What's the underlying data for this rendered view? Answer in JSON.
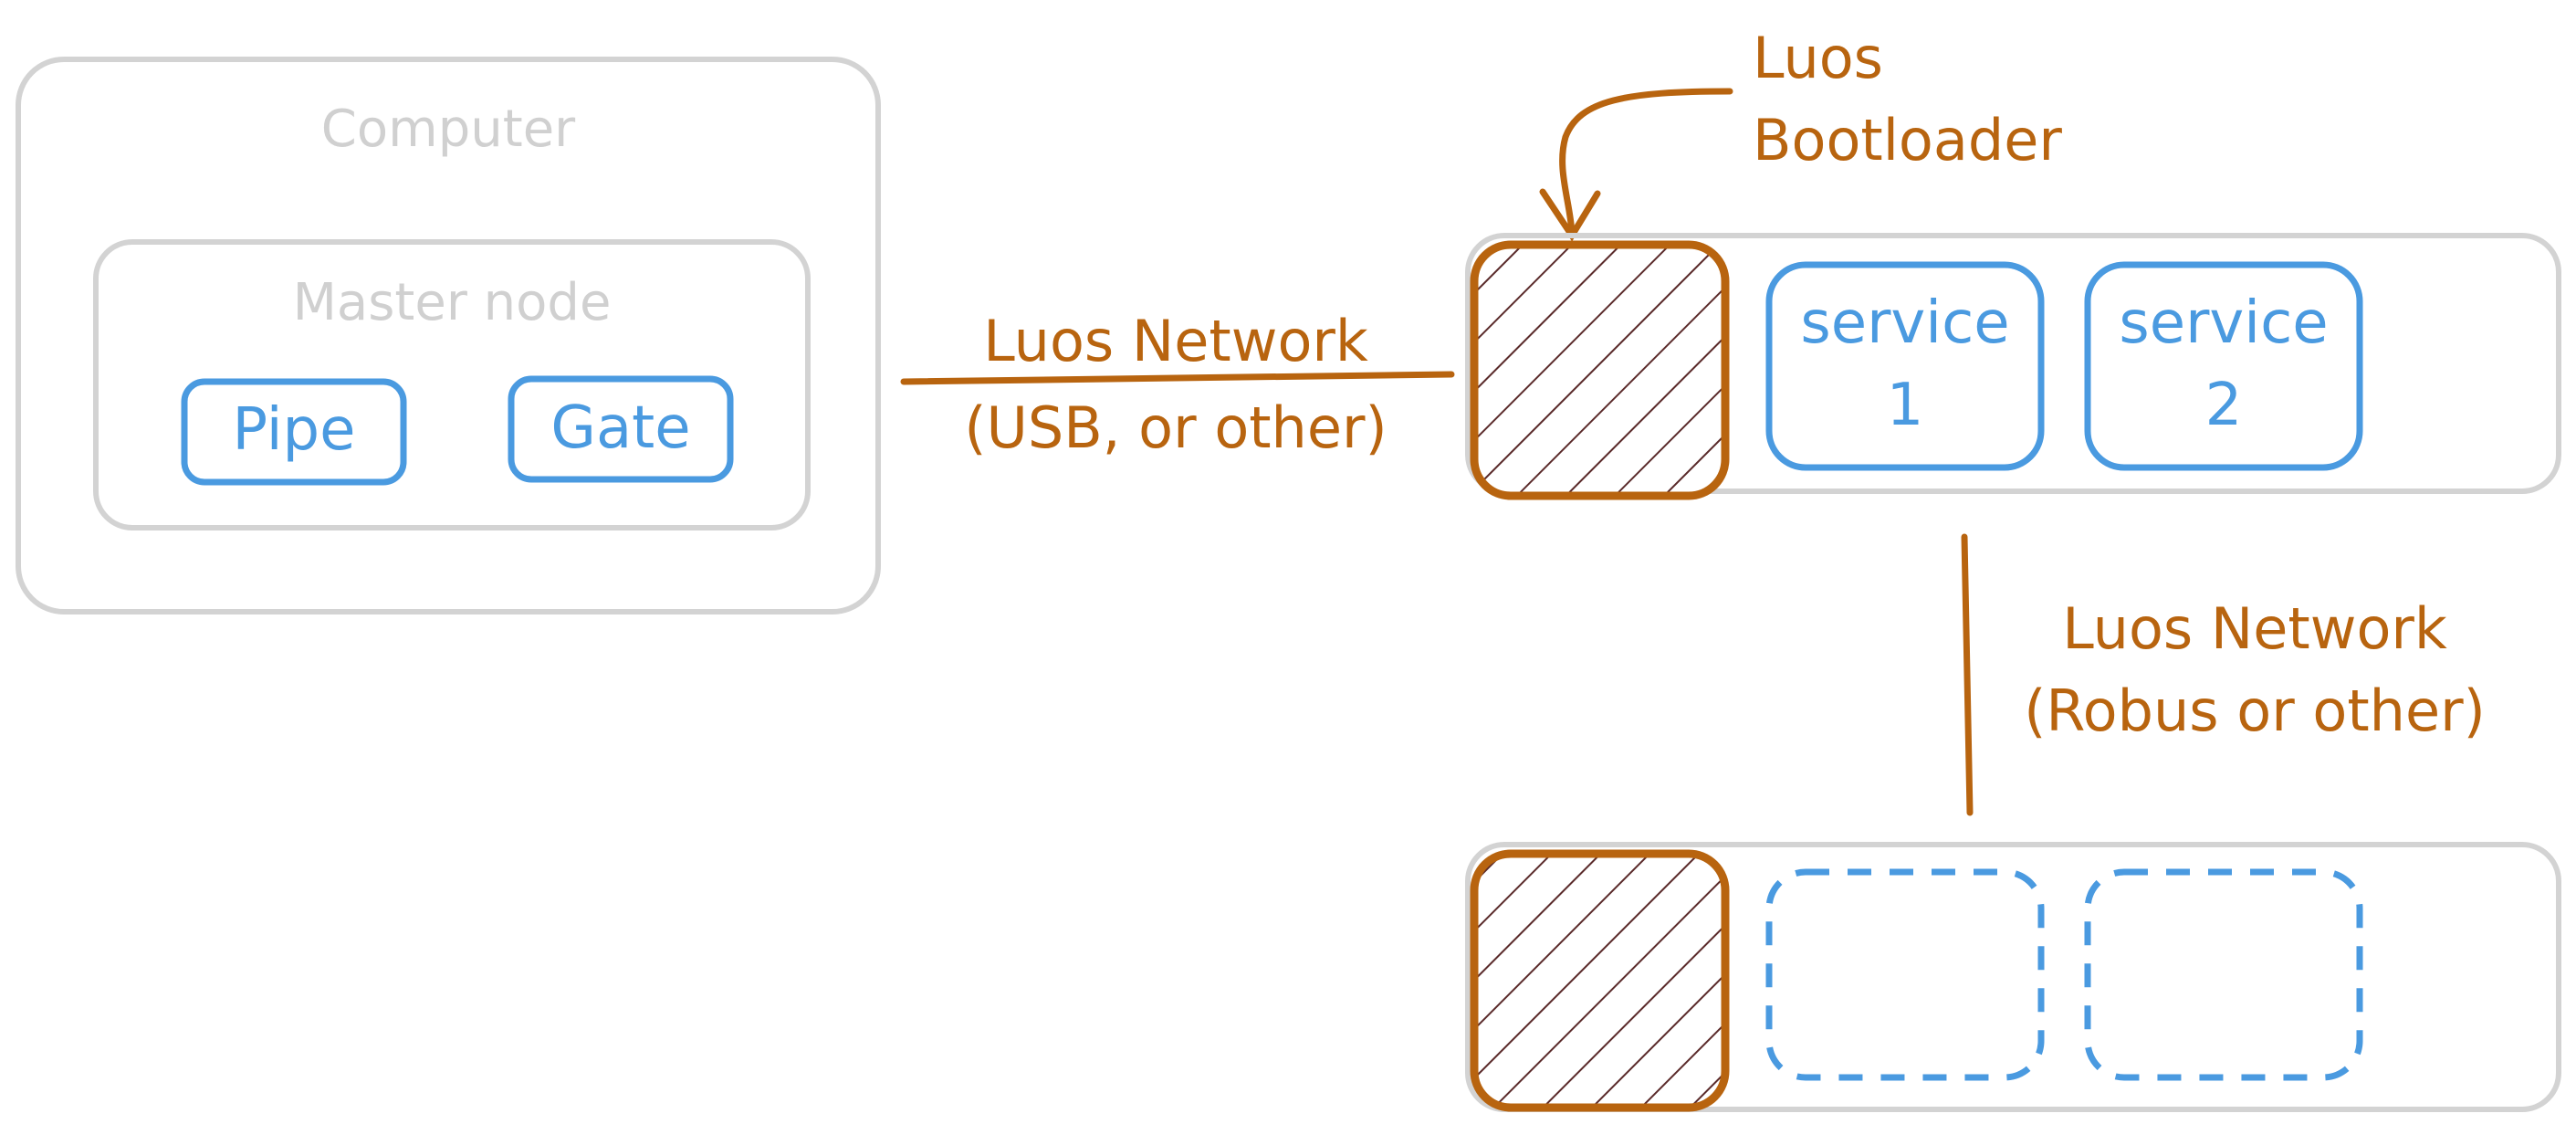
{
  "colors": {
    "gray": "#d3d3d3",
    "blue": "#4a9ae0",
    "brown": "#b8640f",
    "hatch": "#5a2a2a"
  },
  "computer": {
    "title": "Computer",
    "master_node": {
      "title": "Master node",
      "pipe": "Pipe",
      "gate": "Gate"
    }
  },
  "bootloader_label": {
    "line1": "Luos",
    "line2": "Bootloader"
  },
  "usb_link": {
    "line1": "Luos Network",
    "line2": "(USB, or other)"
  },
  "node1": {
    "service1": {
      "line1": "service",
      "line2": "1"
    },
    "service2": {
      "line1": "service",
      "line2": "2"
    }
  },
  "robus_link": {
    "line1": "Luos Network",
    "line2": "(Robus or other)"
  }
}
